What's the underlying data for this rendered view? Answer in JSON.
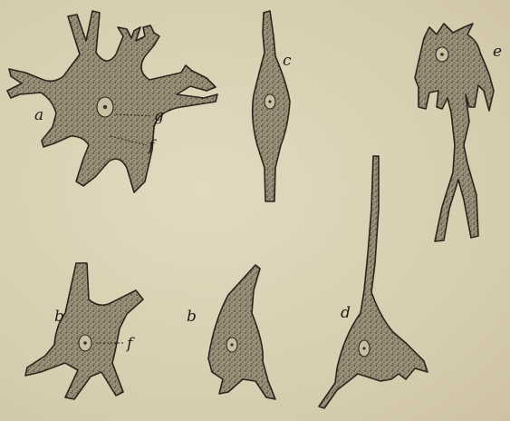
{
  "figure": {
    "labels": {
      "a": "a",
      "b1": "b",
      "b2": "b",
      "c": "c",
      "d": "d",
      "e": "e",
      "f1": "f",
      "f2": "f",
      "g": "g"
    }
  }
}
